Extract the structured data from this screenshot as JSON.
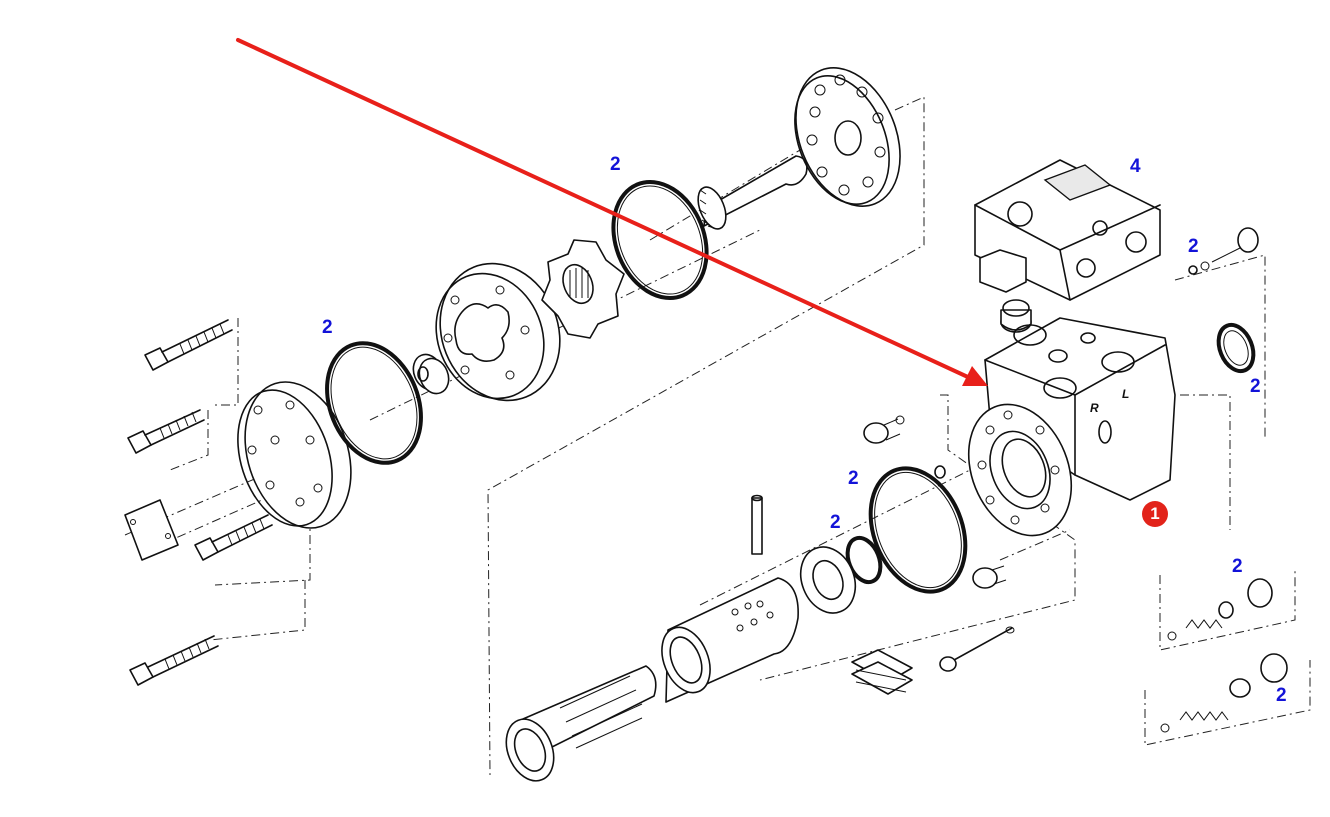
{
  "diagram": {
    "callouts": [
      "2",
      "2",
      "4",
      "2",
      "2",
      "2",
      "2",
      "2",
      "2"
    ],
    "highlight_badge": "1",
    "housing_markings": {
      "right_port": "R",
      "left_port": "L"
    },
    "colors": {
      "arrow": "#e8201a",
      "callout_text": "#1313d8",
      "badge": "#e2231a",
      "line_art": "#111111"
    }
  }
}
